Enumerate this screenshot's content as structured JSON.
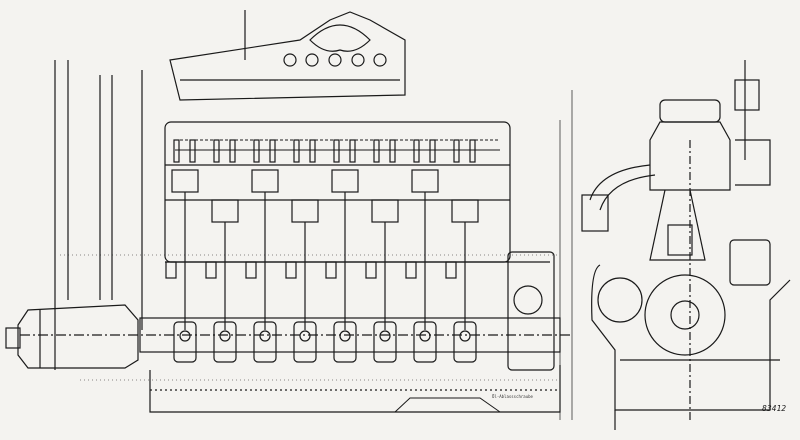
{
  "drawing": {
    "subject": "straight-eight engine",
    "views": [
      "side-section",
      "end-section"
    ],
    "ink_color": "#1a1a1a",
    "paper_color": "#f4f3f0"
  },
  "labels": {
    "sheet_number": "83412",
    "sump_note": "Öl-Ablassschraube"
  }
}
